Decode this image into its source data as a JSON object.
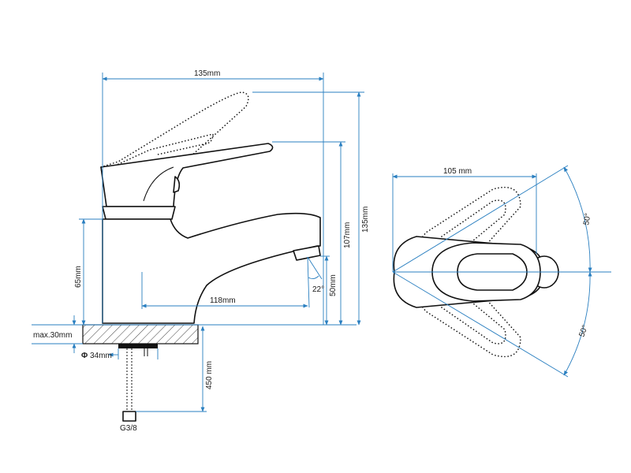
{
  "dimensions": {
    "width_top": "135mm",
    "height_total": "135mm",
    "height_spout_top": "107mm",
    "height_spout_outlet": "50mm",
    "height_body": "65mm",
    "spout_reach": "118mm",
    "spout_angle": "22°",
    "deck_thickness": "max.30mm",
    "shank_diameter": "34mm",
    "hose_length": "450 mm",
    "thread": "G3/8",
    "top_width": "105 mm",
    "rotation_upper": "50°",
    "rotation_lower": "50°"
  },
  "symbols": {
    "diameter": "Φ"
  },
  "colors": {
    "dimension_line": "#2a7fc0",
    "outline": "#111111"
  }
}
